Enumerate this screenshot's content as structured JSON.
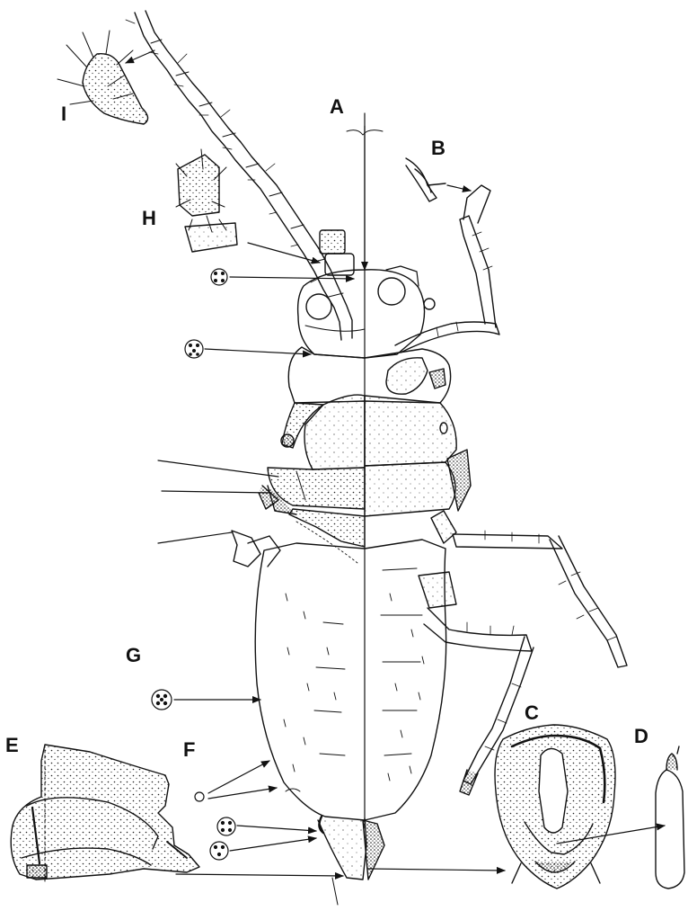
{
  "figure": {
    "labels": {
      "A": "A",
      "B": "B",
      "C": "C",
      "D": "D",
      "E": "E",
      "F": "F",
      "G": "G",
      "H": "H",
      "I": "I"
    },
    "ink_color": "#111111",
    "background_color": "#ffffff"
  }
}
